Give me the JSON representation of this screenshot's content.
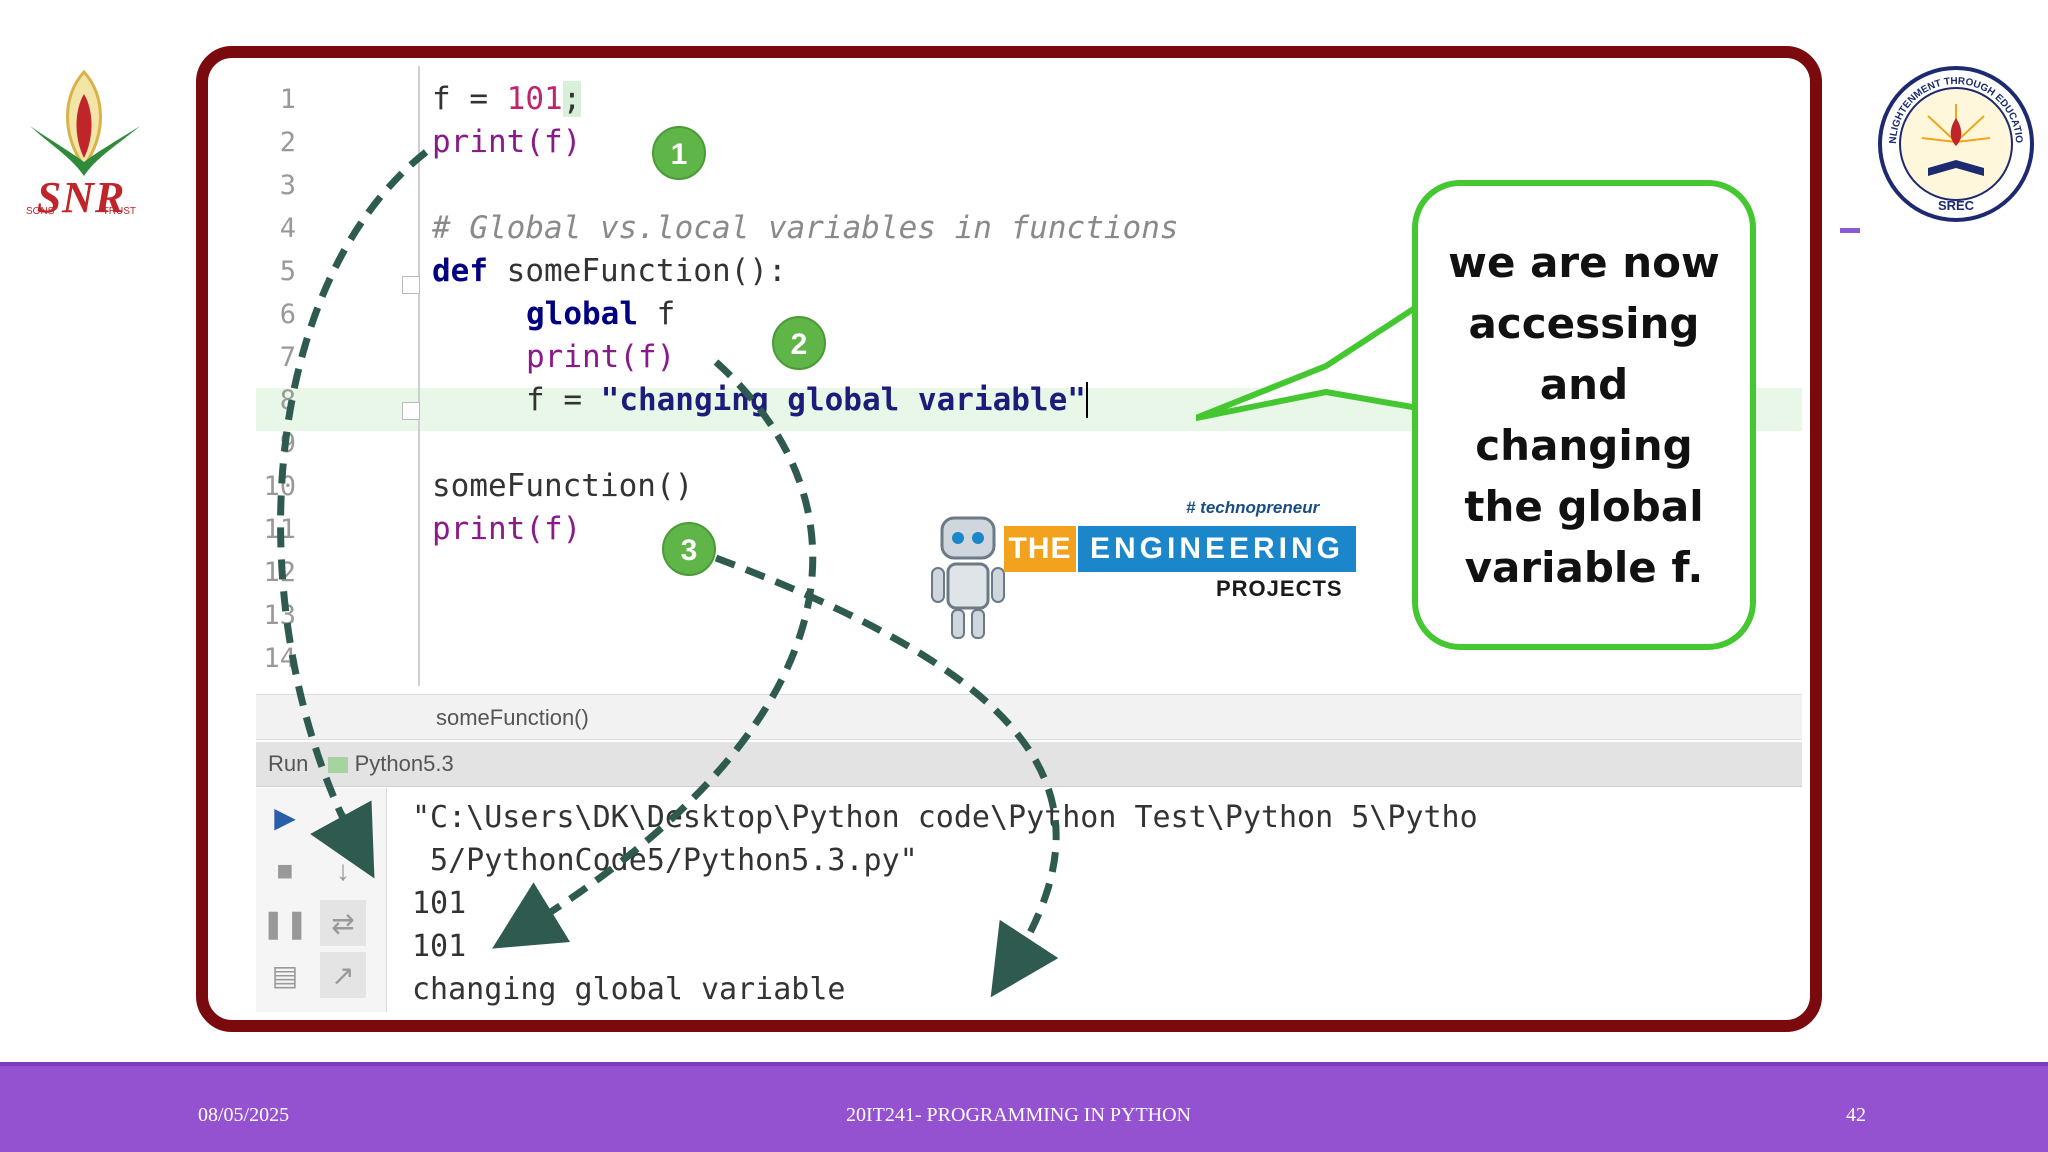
{
  "slide": {
    "date": "08/05/2025",
    "course": "20IT241- PROGRAMMING IN PYTHON",
    "page_number": "42"
  },
  "logos": {
    "left_brand": "SNR",
    "left_sub_left": "SONS",
    "left_sub_right": "TRUST",
    "seal_top_text": "ENLIGHTENMENT THROUGH EDUCATION",
    "seal_bottom_text": "SREC",
    "seal_icon": "lamp-book-icon"
  },
  "editor": {
    "line_numbers": [
      "1",
      "2",
      "3",
      "4",
      "5",
      "6",
      "7",
      "8",
      "9",
      "10",
      "11",
      "12",
      "13",
      "14"
    ],
    "line1": {
      "var": "f",
      "op": " = ",
      "num": "101",
      "end": ";"
    },
    "line2": "print(f)",
    "line4": "# Global vs.local variables in functions",
    "line5": {
      "kw": "def",
      "rest": " someFunction():"
    },
    "line6": {
      "kw": "global",
      "rest": " f"
    },
    "line7": "print(f)",
    "line8": {
      "lhs": "f = ",
      "str": "\"changing global variable\""
    },
    "line10": "someFunction()",
    "line11": "print(f)",
    "bubbles": [
      "1",
      "2",
      "3"
    ],
    "structure_label": "someFunction()"
  },
  "callout": {
    "text": "we are now accessing and changing the global variable f."
  },
  "watermark": {
    "tag": "# technopreneur",
    "the": "THE",
    "engineering": "ENGINEERING",
    "projects": "PROJECTS",
    "robot_icon": "robot-icon"
  },
  "run_panel": {
    "label": "Run",
    "config": "Python5.3",
    "output": [
      "\"C:\\Users\\DK\\Desktop\\Python code\\Python Test\\Python 5\\Pytho",
      " 5/PythonCode5/Python5.3.py\"",
      "101",
      "101",
      "changing global variable"
    ],
    "tools": [
      "play-icon",
      "stop-icon",
      "pause-icon",
      "layout-icon",
      "up-arrow-icon",
      "down-arrow-icon",
      "wrap-icon",
      "export-icon"
    ]
  },
  "colors": {
    "frame": "#7a0a0e",
    "footer": "#9552d0",
    "bubble": "#5fb547",
    "callout_border": "#44c731",
    "arrows": "#2e5a50"
  }
}
